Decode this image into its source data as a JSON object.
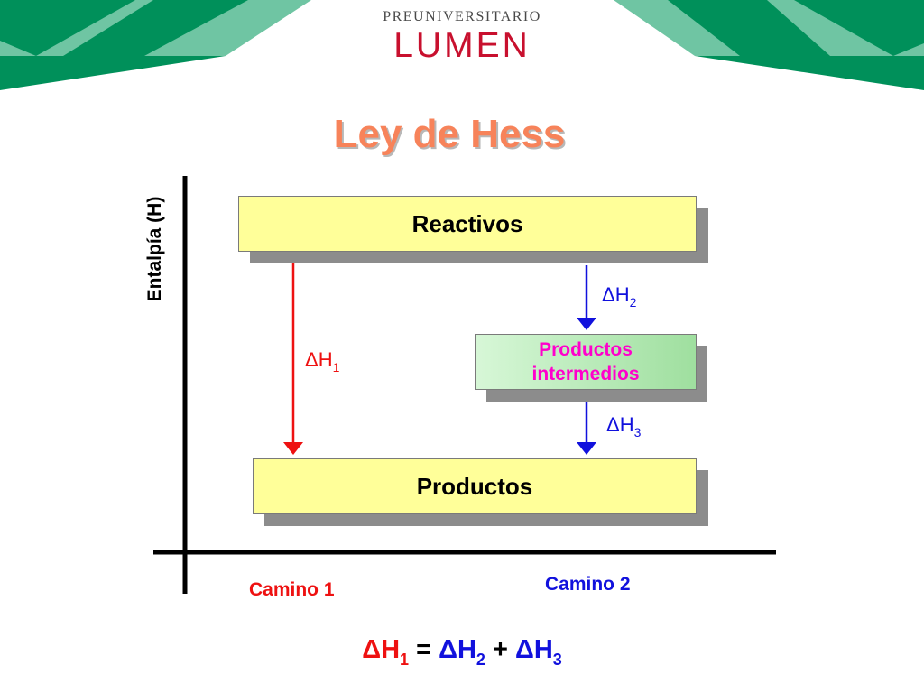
{
  "brand": {
    "top_text": "PREUNIVERSITARIO",
    "name": "LUMEN",
    "colors": {
      "green_dark": "#00905a",
      "green_light": "#6fc5a3",
      "red": "#c8102e"
    }
  },
  "title": "Ley de Hess",
  "diagram": {
    "y_axis_label": "Entalpía (H)",
    "levels": {
      "reactivos": "Reactivos",
      "intermedios_line1": "Productos",
      "intermedios_line2": "intermedios",
      "productos": "Productos"
    },
    "changes": {
      "dh1": {
        "symbol": "ΔH",
        "sub": "1",
        "color": "#ee1111"
      },
      "dh2": {
        "symbol": "ΔH",
        "sub": "2",
        "color": "#1111dd"
      },
      "dh3": {
        "symbol": "ΔH",
        "sub": "3",
        "color": "#1111dd"
      }
    },
    "paths": {
      "camino1": {
        "label": "Camino 1",
        "color": "#ee1111"
      },
      "camino2": {
        "label": "Camino 2",
        "color": "#1111dd"
      }
    }
  },
  "equation": {
    "lhs_symbol": "ΔH",
    "lhs_sub": "1",
    "equals": "=",
    "t1_symbol": "ΔH",
    "t1_sub": "2",
    "plus": "+",
    "t2_symbol": "ΔH",
    "t2_sub": "3"
  }
}
